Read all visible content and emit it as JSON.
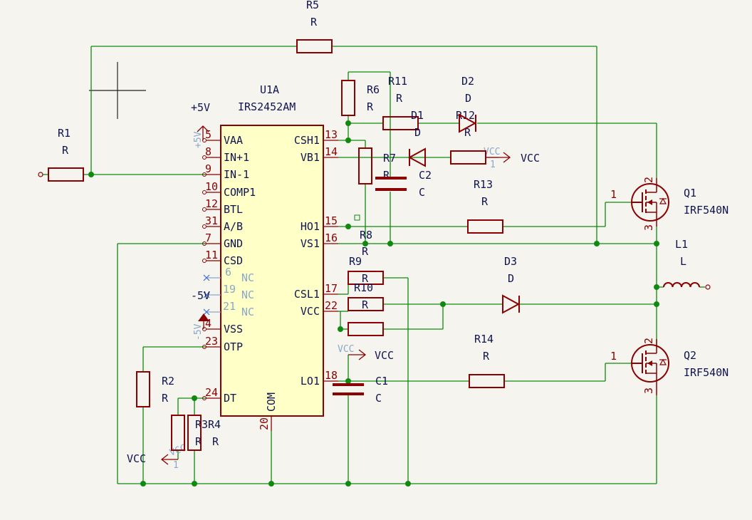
{
  "ic": {
    "ref": "U1A",
    "value": "IRS2452AM",
    "left_pins": [
      {
        "name": "VAA",
        "num": "5"
      },
      {
        "name": "IN+1",
        "num": "8"
      },
      {
        "name": "IN-1",
        "num": "9"
      },
      {
        "name": "COMP1",
        "num": "10"
      },
      {
        "name": "BTL",
        "num": "12"
      },
      {
        "name": "A/B",
        "num": "31"
      },
      {
        "name": "GND",
        "num": "7"
      },
      {
        "name": "CSD",
        "num": "11"
      },
      {
        "name": "NC",
        "num": "6"
      },
      {
        "name": "NC",
        "num": "19"
      },
      {
        "name": "NC",
        "num": "21"
      },
      {
        "name": "VSS",
        "num": "4"
      },
      {
        "name": "OTP",
        "num": "23"
      },
      {
        "name": "DT",
        "num": "24"
      }
    ],
    "right_pins": [
      {
        "name": "CSH1",
        "num": "13"
      },
      {
        "name": "VB1",
        "num": "14"
      },
      {
        "name": "HO1",
        "num": "15"
      },
      {
        "name": "VS1",
        "num": "16"
      },
      {
        "name": "CSL1",
        "num": "17"
      },
      {
        "name": "VCC",
        "num": "22"
      },
      {
        "name": "LO1",
        "num": "18"
      }
    ],
    "bottom_pin": {
      "name": "COM",
      "num": "20"
    }
  },
  "components": {
    "R1": {
      "ref": "R1",
      "value": "R"
    },
    "R2": {
      "ref": "R2",
      "value": "R"
    },
    "R3": {
      "ref": "R3",
      "value": "R"
    },
    "R4": {
      "ref": "R4",
      "value": "R"
    },
    "R5": {
      "ref": "R5",
      "value": "R"
    },
    "R6": {
      "ref": "R6",
      "value": "R"
    },
    "R7": {
      "ref": "R7",
      "value": "R"
    },
    "R8": {
      "ref": "R8",
      "value": "R"
    },
    "R9": {
      "ref": "R9",
      "value": "R"
    },
    "R10": {
      "ref": "R10",
      "value": "R"
    },
    "R11": {
      "ref": "R11",
      "value": "R"
    },
    "R12": {
      "ref": "R12",
      "value": "R"
    },
    "R13": {
      "ref": "R13",
      "value": "R"
    },
    "R14": {
      "ref": "R14",
      "value": "R"
    },
    "C1": {
      "ref": "C1",
      "value": "C"
    },
    "C2": {
      "ref": "C2",
      "value": "C"
    },
    "D1": {
      "ref": "D1",
      "value": "D"
    },
    "D2": {
      "ref": "D2",
      "value": "D"
    },
    "D3": {
      "ref": "D3",
      "value": "D"
    },
    "L1": {
      "ref": "L1",
      "value": "L"
    },
    "Q1": {
      "ref": "Q1",
      "value": "IRF540N",
      "pins": [
        "1",
        "2",
        "3"
      ]
    },
    "Q2": {
      "ref": "Q2",
      "value": "IRF540N",
      "pins": [
        "1",
        "2",
        "3"
      ]
    }
  },
  "power": {
    "p5v": "+5V",
    "n5v": "-5V",
    "vcc": "VCC",
    "p5v_rot": "+5V",
    "n5v_rot": "-5V",
    "vcc_small": "VCC",
    "pin1": "1"
  }
}
